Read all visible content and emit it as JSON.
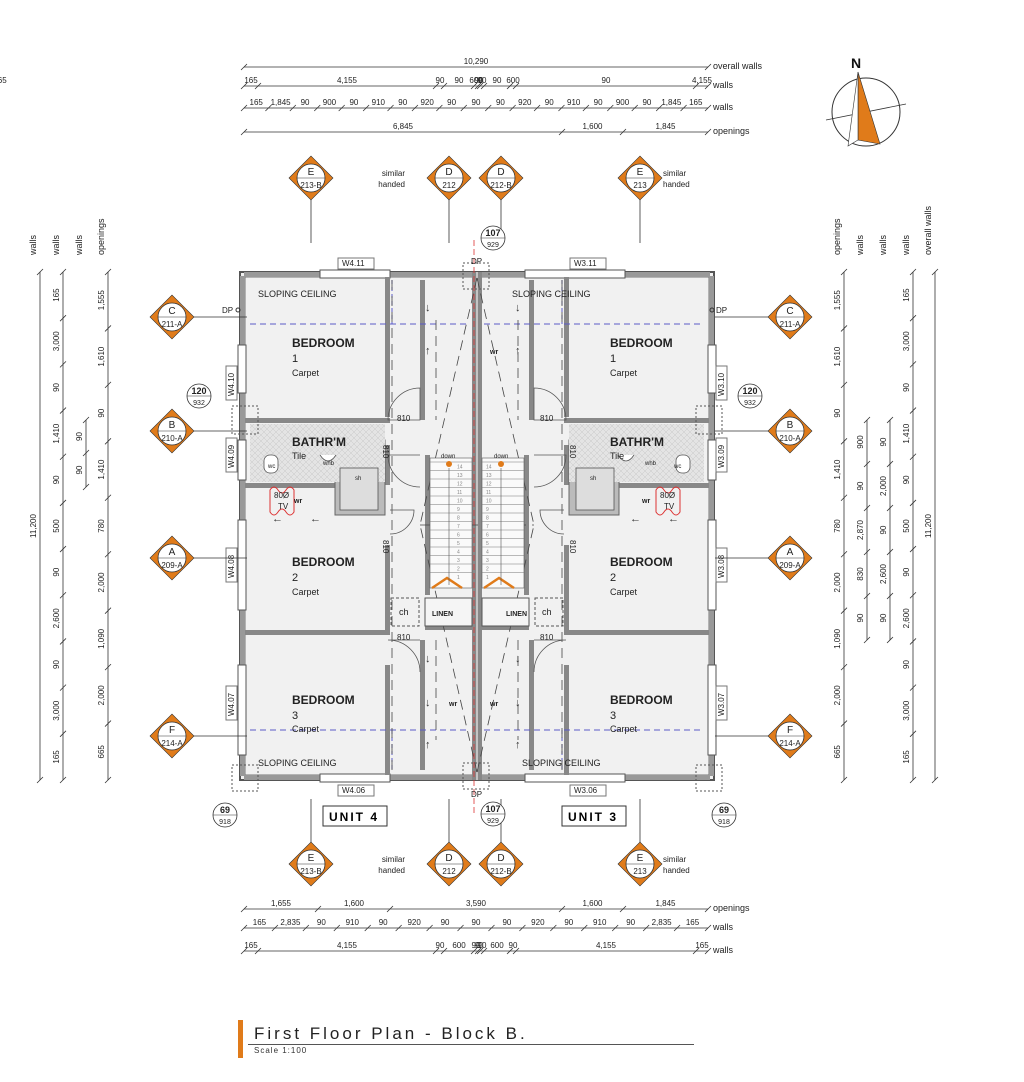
{
  "title_block": {
    "title": "First Floor Plan - Block B.",
    "scale": "Scale 1:100"
  },
  "north_label": "N",
  "top_dims": {
    "rows": [
      {
        "label": "overall walls",
        "values": [
          "10,290"
        ]
      },
      {
        "label": "walls",
        "values": [
          "165",
          "4,155",
          "90",
          "90",
          "600",
          "90",
          "90",
          "90",
          "600",
          "90",
          "4,155",
          "165"
        ]
      },
      {
        "label": "walls",
        "values": [
          "165",
          "1,845",
          "90",
          "900",
          "90",
          "910",
          "90",
          "920",
          "90",
          "90",
          "90",
          "920",
          "90",
          "910",
          "90",
          "900",
          "90",
          "1,845",
          "165"
        ]
      },
      {
        "label": "openings",
        "values": [
          "6,845",
          "1,600",
          "1,845"
        ]
      }
    ]
  },
  "bottom_dims": {
    "rows": [
      {
        "label": "openings",
        "values": [
          "1,655",
          "1,600",
          "3,590",
          "1,600",
          "1,845"
        ]
      },
      {
        "label": "walls",
        "values": [
          "165",
          "2,835",
          "90",
          "910",
          "90",
          "920",
          "90",
          "90",
          "90",
          "920",
          "90",
          "910",
          "90",
          "2,835",
          "165"
        ]
      },
      {
        "label": "walls",
        "values": [
          "165",
          "4,155",
          "90",
          "600",
          "90",
          "90",
          "90",
          "600",
          "90",
          "4,155",
          "165"
        ]
      }
    ]
  },
  "left_dims": {
    "headers": [
      "walls",
      "walls",
      "walls",
      "openings"
    ],
    "overall": "11,200",
    "walls_col": [
      "165",
      "3,000",
      "90",
      "1,410",
      "90",
      "500",
      "90",
      "2,600",
      "90",
      "3,000",
      "165"
    ],
    "walls_col2": [
      "90",
      "90"
    ],
    "openings_col": [
      "1,555",
      "1,610",
      "90",
      "1,410",
      "780",
      "2,000",
      "1,090",
      "2,000",
      "665"
    ]
  },
  "right_dims": {
    "headers": [
      "openings",
      "walls",
      "walls",
      "walls",
      "overall walls"
    ],
    "overall": "11,200",
    "openings_col": [
      "1,555",
      "1,610",
      "90",
      "1,410",
      "780",
      "2,000",
      "1,090",
      "2,000",
      "665"
    ],
    "walls_col": [
      "900",
      "90",
      "2,870",
      "830",
      "90"
    ],
    "walls_col2": [
      "90",
      "2,000",
      "90",
      "2,600",
      "90"
    ],
    "walls_col3": [
      "165",
      "3,000",
      "90",
      "1,410",
      "90",
      "500",
      "90",
      "2,600",
      "90",
      "3,000",
      "165"
    ]
  },
  "section_markers": [
    {
      "id": "E",
      "ref": "213-B"
    },
    {
      "id": "D",
      "ref": "212"
    },
    {
      "id": "D",
      "ref": "212-B"
    },
    {
      "id": "E",
      "ref": "213"
    },
    {
      "id": "C",
      "ref": "211-A"
    },
    {
      "id": "C",
      "ref": "211-A"
    },
    {
      "id": "B",
      "ref": "210-A"
    },
    {
      "id": "B",
      "ref": "210-A"
    },
    {
      "id": "A",
      "ref": "209-A"
    },
    {
      "id": "A",
      "ref": "209-A"
    },
    {
      "id": "F",
      "ref": "214-A"
    },
    {
      "id": "F",
      "ref": "214-A"
    },
    {
      "id": "E",
      "ref": "213-B"
    },
    {
      "id": "D",
      "ref": "212"
    },
    {
      "id": "D",
      "ref": "212-B"
    },
    {
      "id": "E",
      "ref": "213"
    }
  ],
  "similar_handed": "similar\nhanded",
  "detail_markers": [
    {
      "num": "107",
      "ref": "929"
    },
    {
      "num": "120",
      "ref": "932"
    },
    {
      "num": "120",
      "ref": "932"
    },
    {
      "num": "69",
      "ref": "918"
    },
    {
      "num": "107",
      "ref": "929"
    },
    {
      "num": "69",
      "ref": "918"
    }
  ],
  "windows": [
    "W4.11",
    "W3.11",
    "W4.10",
    "W3.10",
    "W4.09",
    "W3.09",
    "W4.08",
    "W3.08",
    "W4.07",
    "W3.07",
    "W4.06",
    "W3.06"
  ],
  "downpipe": "DP",
  "rooms": {
    "sloping_ceiling": "SLOPING CEILING",
    "bedroom1": "BEDROOM",
    "bedroom1_num": "1",
    "bedroom2_num": "2",
    "bedroom3_num": "3",
    "bathroom": "BATHR'M",
    "carpet": "Carpet",
    "tile": "Tile",
    "linen": "LINEN",
    "ch": "ch",
    "wc": "wc",
    "whb": "whb",
    "sh": "sh",
    "wr": "wr",
    "tv_num": "80Ø",
    "tv": "TV",
    "down": "down",
    "door": "810"
  },
  "units": [
    "UNIT 4",
    "UNIT 3"
  ],
  "stair_numbers": [
    "14",
    "13",
    "12",
    "11",
    "10",
    "9",
    "8",
    "7",
    "6",
    "5",
    "4",
    "3",
    "2",
    "1"
  ]
}
